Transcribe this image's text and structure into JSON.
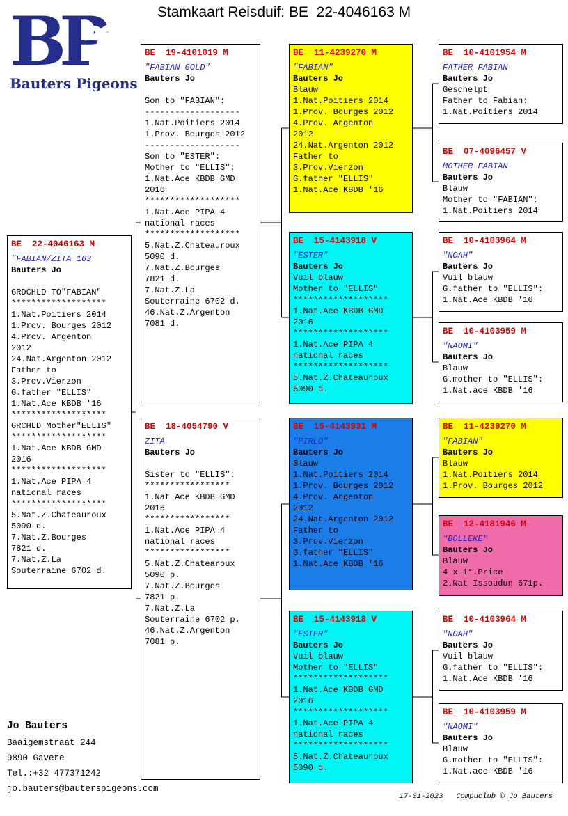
{
  "title": "Stamkaart Reisduif: BE  22-4046163 M",
  "logo": {
    "initials": "BP",
    "name": "Bauters Pigeons",
    "color": "#232e8a"
  },
  "colors": {
    "ring_number": "#dd0000",
    "pigeon_name": "#2323cc",
    "yellow_box": "#ffff00",
    "cyan_box": "#00f5f5",
    "blue_box": "#1a7de8",
    "pink_box": "#f06ca8",
    "white_box": "#ffffff"
  },
  "boxes": [
    {
      "ring": "BE  22-4046163 M",
      "name": "\"FABIAN/ZITA 163",
      "owner": "Bauters Jo",
      "body": "\nGRDCHLD TO\"FABIAN\"\n*******************\n1.Nat.Poitiers 2014\n1.Prov. Bourges 2012\n4.Prov. Argenton\n2012\n24.Nat.Argenton 2012\nFather to\n3.Prov.Vierzon\nG.father \"ELLIS\"\n1.Nat.Ace KBDB '16\n*******************\nGRCHLD Mother\"ELLIS\"\n*******************\n1.Nat.Ace KBDB GMD\n2016\n*******************\n1.Nat.Ace PIPA 4\nnational races\n*******************\n5.Nat.Z.Chateauroux\n5090 d.\n7.Nat.Z.Bourges\n7821 d.\n7.Nat.Z.La\nSouterraine 6702 d.",
      "bg": "#ffffff"
    },
    {
      "ring": "BE  19-4101019 M",
      "name": "\"FABIAN GOLD\"",
      "owner": "Bauters Jo",
      "body": "\nSon to \"FABIAN\":\n-------------------\n1.Nat.Poitiers 2014\n1.Prov. Bourges 2012\n-------------------\nSon to \"ESTER\":\nMother to \"ELLIS\":\n1.Nat.Ace KBDB GMD\n2016\n*******************\n1.Nat.Ace PIPA 4\nnational races\n*******************\n5.Nat.Z.Chateauroux\n5090 d.\n7.Nat.Z.Bourges\n7821 d.\n7.Nat.Z.La\nSouterraine 6702 d.\n46.Nat.Z.Argenton\n7081 d.",
      "bg": "#ffffff"
    },
    {
      "ring": "BE  18-4054790 V",
      "name": "ZITA",
      "owner": "Bauters Jo",
      "body": "\nSister to \"ELLIS\":\n*****************\n1.Nat Ace KBDB GMD\n2016\n*****************\n1.Nat.Ace PIPA 4\nnational races\n*****************\n5.Nat.Z.Chatearoux\n5090 p.\n7.Nat.Z.Bourges\n7821 p.\n7.Nat.Z.La\nSouterraine 6702 p.\n46.Nat.Z.Argenton\n7081 p.",
      "bg": "#ffffff"
    },
    {
      "ring": "BE  11-4239270 M",
      "name": "\"FABIAN\"",
      "owner": "Bauters Jo",
      "body": "Blauw\n1.Nat.Poitiers 2014\n1.Prov. Bourges 2012\n4.Prov. Argenton\n2012\n24.Nat.Argenton 2012\nFather to\n3.Prov.Vierzon\nG.father \"ELLIS\"\n1.Nat.Ace KBDB '16",
      "bg": "#ffff00"
    },
    {
      "ring": "BE  15-4143918 V",
      "name": "\"ESTER\"",
      "owner": "Bauters Jo",
      "body": "Vuil blauw\nMother to \"ELLIS\"\n*******************\n1.Nat.Ace KBDB GMD\n2016\n*******************\n1.Nat.Ace PIPA 4\nnational races\n*******************\n5.Nat.Z.Chateauroux\n5090 d.",
      "bg": "#00f5f5"
    },
    {
      "ring": "BE  15-4143931 M",
      "name": "\"PIRLO\"",
      "owner": "Bauters Jo",
      "body": "Blauw\n1.Nat.Poitiers 2014\n1.Prov. Bourges 2012\n4.Prov. Argenton\n2012\n24.Nat.Argenton 2012\nFather to\n3.Prov.Vierzon\nG.father \"ELLIS\"\n1.Nat.Ace KBDB '16",
      "bg": "#1a7de8"
    },
    {
      "ring": "BE  15-4143918 V",
      "name": "\"ESTER\"",
      "owner": "Bauters Jo",
      "body": "Vuil blauw\nMother to \"ELLIS\"\n*******************\n1.Nat.Ace KBDB GMD\n2016\n*******************\n1.Nat.Ace PIPA 4\nnational races\n*******************\n5.Nat.Z.Chateauroux\n5090 d.",
      "bg": "#00f5f5"
    },
    {
      "ring": "BE  10-4101954 M",
      "name": "FATHER FABIAN",
      "owner": "Bauters Jo",
      "body": "Geschelpt\nFather to Fabian:\n1.Nat.Poitiers 2014",
      "bg": "#ffffff"
    },
    {
      "ring": "BE  07-4096457 V",
      "name": "MOTHER FABIAN",
      "owner": "Bauters Jo",
      "body": "Blauw\nMother to \"FABIAN\":\n1.Nat.Poitiers 2014",
      "bg": "#ffffff"
    },
    {
      "ring": "BE  10-4103964 M",
      "name": "\"NOAH\"",
      "owner": "Bauters Jo",
      "body": "Vuil blauw\nG.father to \"ELLIS\":\n1.Nat.Ace KBDB '16",
      "bg": "#ffffff"
    },
    {
      "ring": "BE  10-4103959 M",
      "name": "\"NAOMI\"",
      "owner": "Bauters Jo",
      "body": "Blauw\nG.mother to \"ELLIS\":\n1.Nat.ace KBDB '16",
      "bg": "#ffffff"
    },
    {
      "ring": "BE  11-4239270 M",
      "name": "\"FABIAN\"",
      "owner": "Bauters Jo",
      "body": "Blauw\n1.Nat.Poitiers 2014\n1.Prov. Bourges 2012",
      "bg": "#ffff00"
    },
    {
      "ring": "BE  12-4181946 M",
      "name": "\"BOLLEKE\"",
      "owner": "Bauters Jo",
      "body": "Blauw\n4 x 1°.Price\n2.Nat Issoudun 671p.",
      "bg": "#f06ca8"
    },
    {
      "ring": "BE  10-4103964 M",
      "name": "\"NOAH\"",
      "owner": "Bauters Jo",
      "body": "Vuil blauw\nG.father to \"ELLIS\":\n1.Nat.Ace KBDB '16",
      "bg": "#ffffff"
    },
    {
      "ring": "BE  10-4103959 M",
      "name": "\"NAOMI\"",
      "owner": "Bauters Jo",
      "body": "Blauw\nG.mother to \"ELLIS\":\n1.Nat.ace KBDB '16",
      "bg": "#ffffff"
    }
  ],
  "contact": {
    "name": "Jo Bauters",
    "address_line1": "Baaigemstraat 244",
    "address_line2": "9890  Gavere",
    "phone": "Tel.:+32 477371242",
    "email": "jo.bauters@bauterspigeons.com"
  },
  "footer": {
    "date": "17-01-2023",
    "credit": "Compuclub © Jo Bauters"
  }
}
